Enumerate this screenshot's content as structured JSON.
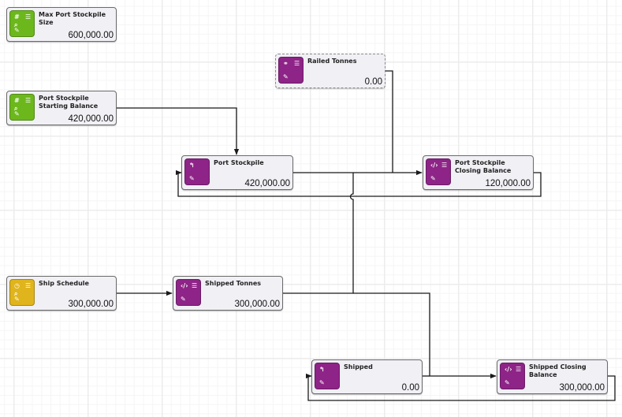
{
  "colors": {
    "green": "#6cb81c",
    "purple": "#8e2487",
    "yellow": "#e0b41c",
    "wire": "#1a1a1a"
  },
  "nodes": {
    "max_port_stockpile_size": {
      "title": "Max Port Stockpile Size",
      "value": "600,000.00",
      "type": "input",
      "icons": [
        "hash-icon",
        "menu-icon",
        "comment-icon",
        "edit-icon"
      ]
    },
    "railed_tonnes": {
      "title": "Railed Tonnes",
      "value": "0.00",
      "type": "link",
      "icons": [
        "link-icon",
        "menu-icon",
        "edit-icon"
      ]
    },
    "port_stockpile_starting_balance": {
      "title": "Port Stockpile Starting Balance",
      "value": "420,000.00",
      "type": "input",
      "icons": [
        "hash-icon",
        "menu-icon",
        "comment-icon",
        "edit-icon"
      ]
    },
    "port_stockpile": {
      "title": "Port Stockpile",
      "value": "420,000.00",
      "type": "feedback",
      "icons": [
        "undo-icon",
        "edit-icon"
      ]
    },
    "port_stockpile_closing_balance": {
      "title": "Port Stockpile Closing Balance",
      "value": "120,000.00",
      "type": "formula",
      "icons": [
        "code-icon",
        "menu-icon",
        "edit-icon"
      ]
    },
    "ship_schedule": {
      "title": "Ship Schedule",
      "value": "300,000.00",
      "type": "timeseries",
      "icons": [
        "clock-icon",
        "menu-icon",
        "comment-icon",
        "edit-icon"
      ]
    },
    "shipped_tonnes": {
      "title": "Shipped Tonnes",
      "value": "300,000.00",
      "type": "formula",
      "icons": [
        "code-icon",
        "menu-icon",
        "edit-icon"
      ]
    },
    "shipped": {
      "title": "Shipped",
      "value": "0.00",
      "type": "feedback",
      "icons": [
        "undo-icon",
        "edit-icon"
      ]
    },
    "shipped_closing_balance": {
      "title": "Shipped Closing Balance",
      "value": "300,000.00",
      "type": "formula",
      "icons": [
        "code-icon",
        "menu-icon",
        "edit-icon"
      ]
    }
  },
  "icon_glyphs": {
    "hash": "#",
    "menu": "☰",
    "comment": "⌕",
    "edit": "✎",
    "link": "⚭",
    "undo": "↰",
    "code": "‹/›",
    "clock": "◷"
  },
  "connections": [
    {
      "from": "port_stockpile_starting_balance",
      "to": "port_stockpile"
    },
    {
      "from": "railed_tonnes",
      "to": "port_stockpile_closing_balance"
    },
    {
      "from": "port_stockpile",
      "to": "port_stockpile_closing_balance"
    },
    {
      "from": "port_stockpile_closing_balance",
      "to": "port_stockpile"
    },
    {
      "from": "shipped_tonnes",
      "to": "port_stockpile_closing_balance"
    },
    {
      "from": "ship_schedule",
      "to": "shipped_tonnes"
    },
    {
      "from": "shipped_tonnes",
      "to": "shipped_closing_balance"
    },
    {
      "from": "shipped",
      "to": "shipped_closing_balance"
    },
    {
      "from": "shipped_closing_balance",
      "to": "shipped"
    }
  ]
}
